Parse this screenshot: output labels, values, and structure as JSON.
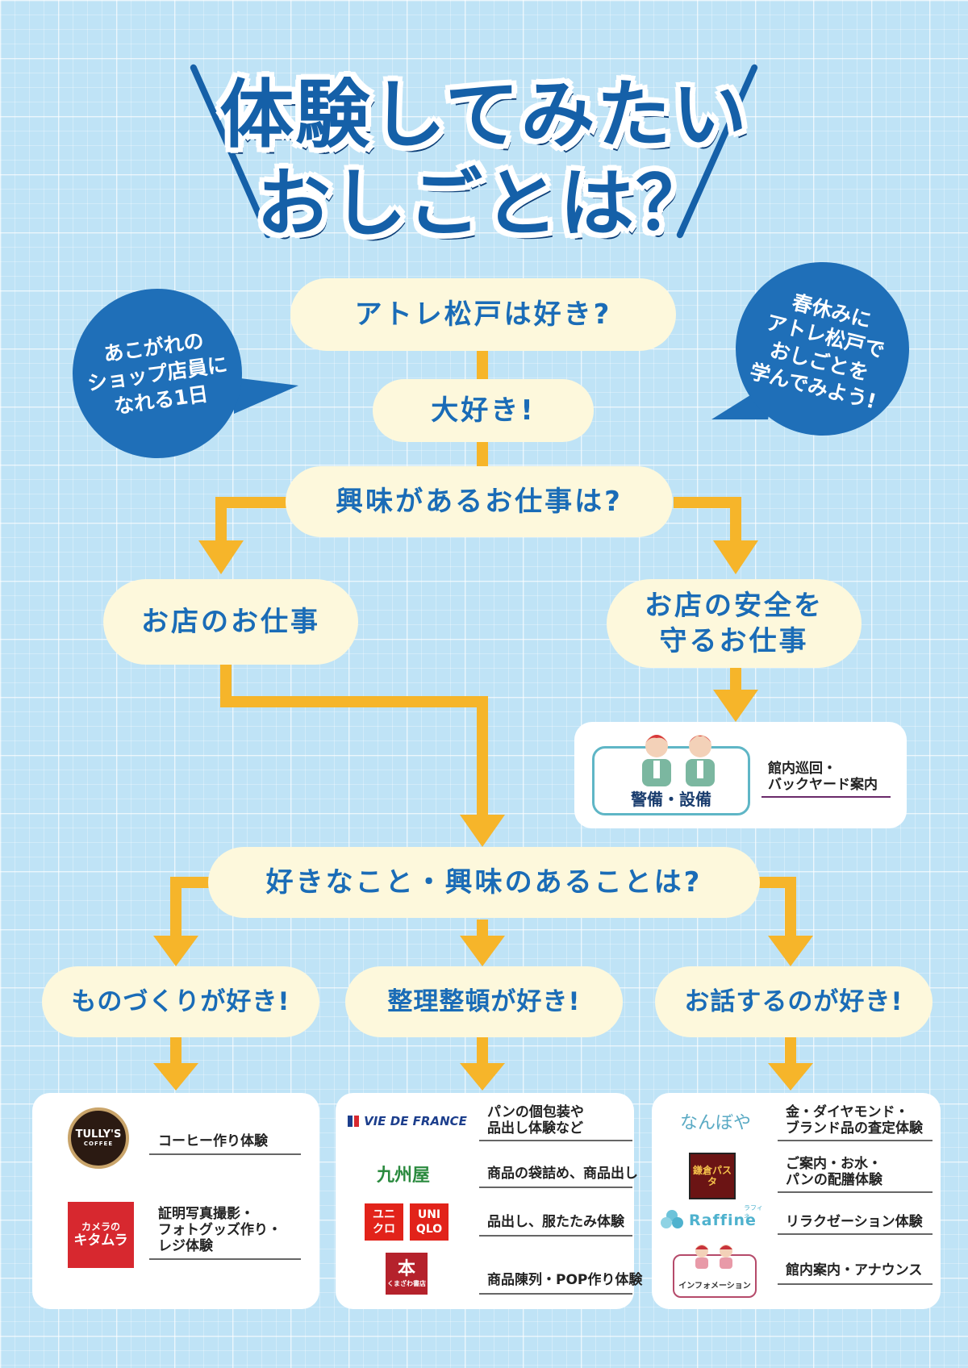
{
  "title": {
    "line1": "体験してみたい",
    "line2": "おしごとは？"
  },
  "bubbles": {
    "left": [
      "あこがれの",
      "ショップ店員に",
      "なれる1日"
    ],
    "right": [
      "春休みに",
      "アトレ松戸で",
      "おしごとを",
      "学んでみよう!"
    ]
  },
  "flow": {
    "q1": "アトレ松戸は好き?",
    "a1": "大好き!",
    "q2": "興味があるお仕事は?",
    "branch_shop": "お店のお仕事",
    "branch_safety": [
      "お店の安全を",
      "守るお仕事"
    ],
    "q3": "好きなこと・興味のあることは?",
    "cat_make": "ものづくりが好き!",
    "cat_tidy": "整理整頓が好き!",
    "cat_talk": "お話するのが好き!"
  },
  "safety_card": {
    "badge": "警備・設備",
    "text": [
      "館内巡回・",
      "バックヤード案内"
    ]
  },
  "card_make": {
    "items": [
      {
        "logo": "TULLY'S",
        "logo_sub": "COFFEE",
        "text": [
          "コーヒー作り体験"
        ]
      },
      {
        "logo": "カメラの",
        "logo_sub": "キタムラ",
        "text": [
          "証明写真撮影・",
          "フォトグッズ作り・",
          "レジ体験"
        ]
      }
    ]
  },
  "card_tidy": {
    "items": [
      {
        "logo": "VIE DE FRANCE",
        "text": [
          "パンの個包装や",
          "品出し体験など"
        ]
      },
      {
        "logo": "九州屋",
        "text": [
          "商品の袋詰め、商品出し"
        ]
      },
      {
        "logo": [
          "ユニ",
          "クロ",
          "UNI",
          "QLO"
        ],
        "text": [
          "品出し、服たたみ体験"
        ]
      },
      {
        "logo": "くまざわ書店",
        "text": [
          "商品陳列・POP作り体験"
        ]
      }
    ]
  },
  "card_talk": {
    "items": [
      {
        "logo": "なんぼや",
        "text": [
          "金・ダイヤモンド・",
          "ブランド品の査定体験"
        ]
      },
      {
        "logo": "鎌倉パスタ",
        "text": [
          "ご案内・お水・",
          "パンの配膳体験"
        ]
      },
      {
        "logo": "Raffine",
        "logo_sub": "ラフィネ",
        "text": [
          "リラクゼーション体験"
        ]
      },
      {
        "logo": "インフォメーション",
        "text": [
          "館内案内・アナウンス"
        ]
      }
    ]
  },
  "colors": {
    "navy": "#1560a8",
    "bubble": "#1f6fb8",
    "pill_bg": "#fdf8dc",
    "arrow": "#f6b52a",
    "grid_bg": "#bfe3f6"
  }
}
